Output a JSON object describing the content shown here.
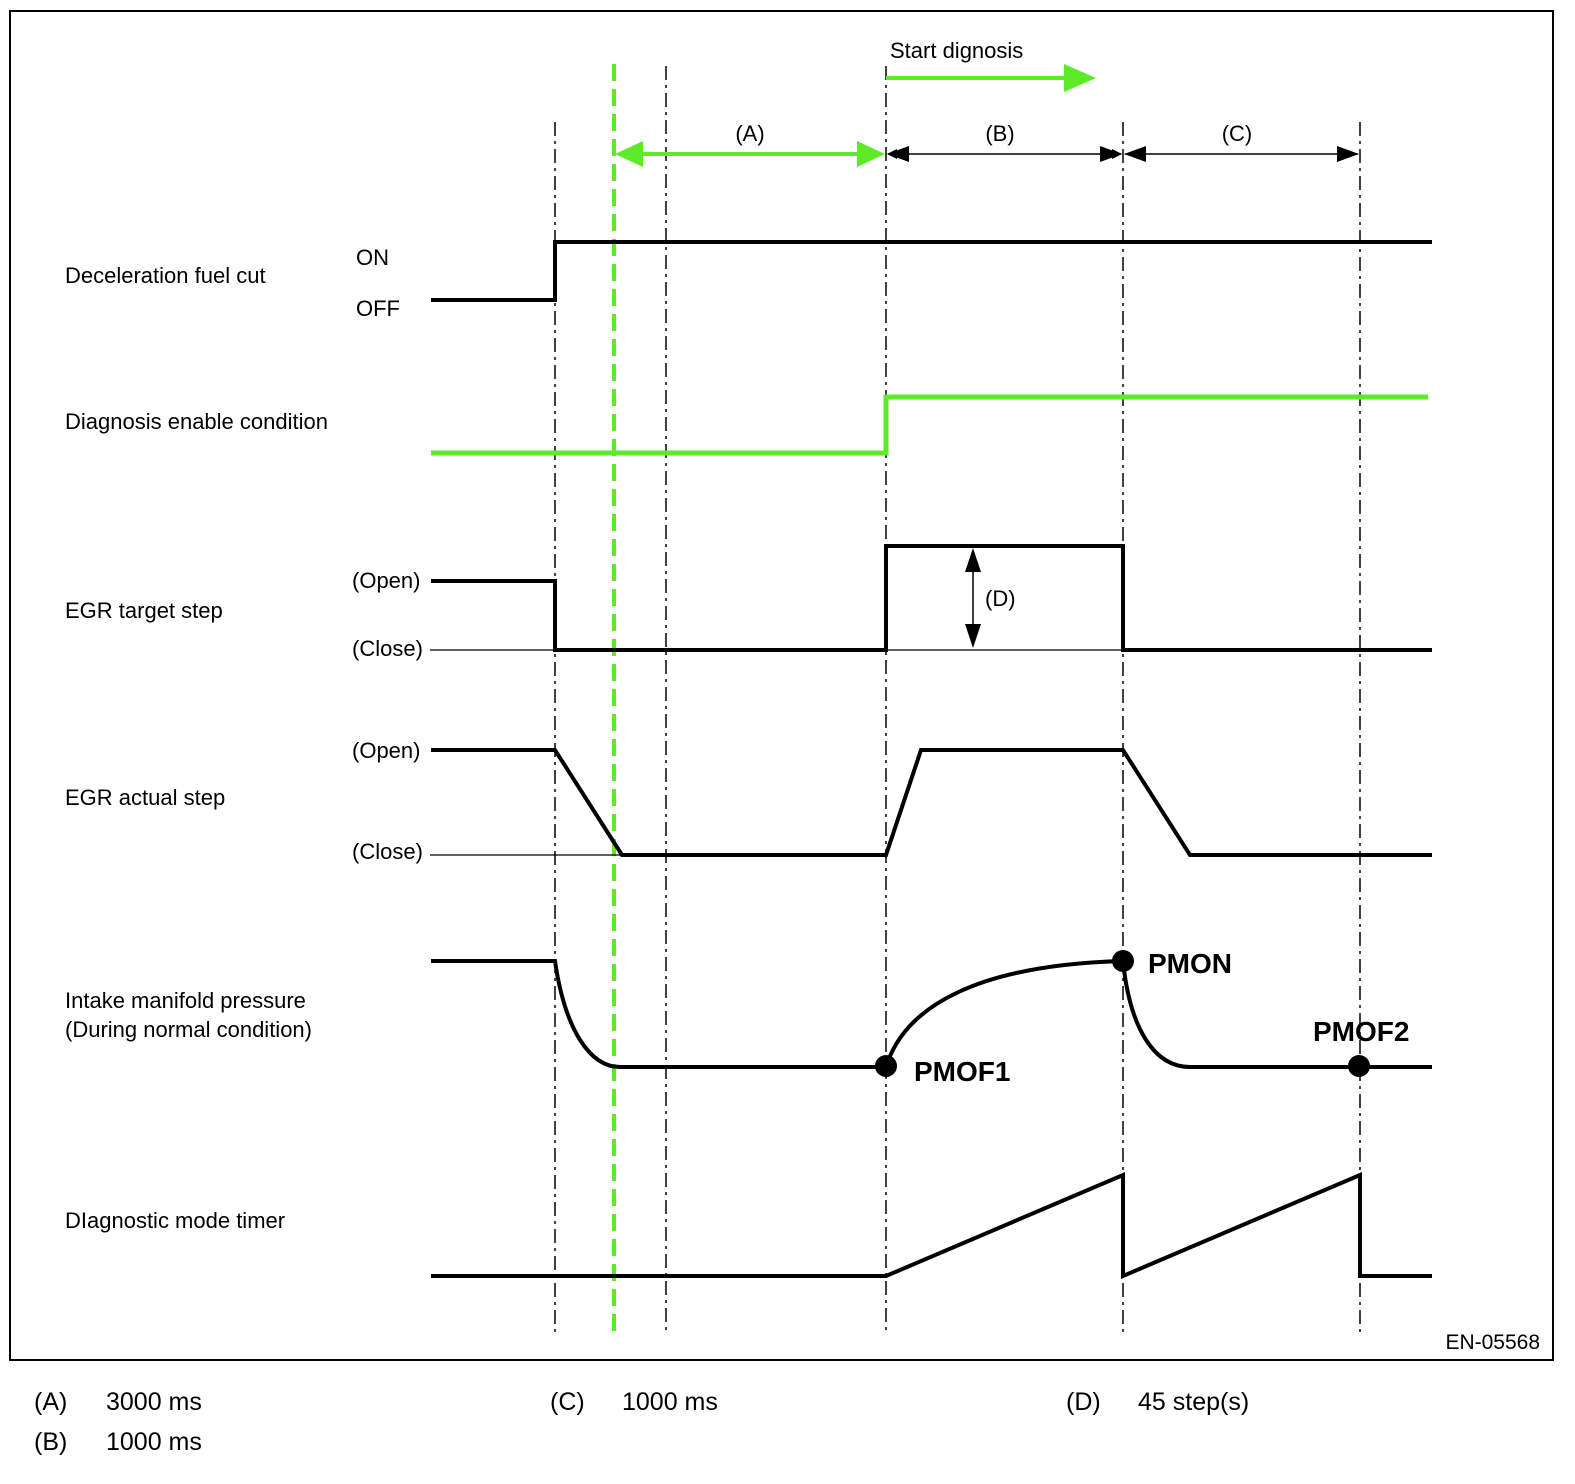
{
  "start_label": "Start dignosis",
  "intervals": {
    "a": "(A)",
    "b": "(B)",
    "c": "(C)",
    "d": "(D)"
  },
  "signals": {
    "fuel_cut": {
      "label": "Deceleration fuel cut",
      "on": "ON",
      "off": "OFF"
    },
    "diag_enable": {
      "label": "Diagnosis enable condition"
    },
    "egr_target": {
      "label": "EGR target step",
      "open": "(Open)",
      "close": "(Close)"
    },
    "egr_actual": {
      "label": "EGR actual step",
      "open": "(Open)",
      "close": "(Close)"
    },
    "intake": {
      "label_line1": "Intake manifold pressure",
      "label_line2": "(During normal condition)"
    },
    "timer": {
      "label": "DIagnostic mode timer"
    }
  },
  "points": {
    "pmof1": "PMOF1",
    "pmon": "PMON",
    "pmof2": "PMOF2"
  },
  "figure_code": "EN-05568",
  "legend": [
    {
      "key": "(A)",
      "value": "3000 ms"
    },
    {
      "key": "(B)",
      "value": "1000 ms"
    },
    {
      "key": "(C)",
      "value": "1000 ms"
    },
    {
      "key": "(D)",
      "value": "45 step(s)"
    }
  ],
  "colors": {
    "highlight": "#5cea29",
    "line": "#000000"
  }
}
